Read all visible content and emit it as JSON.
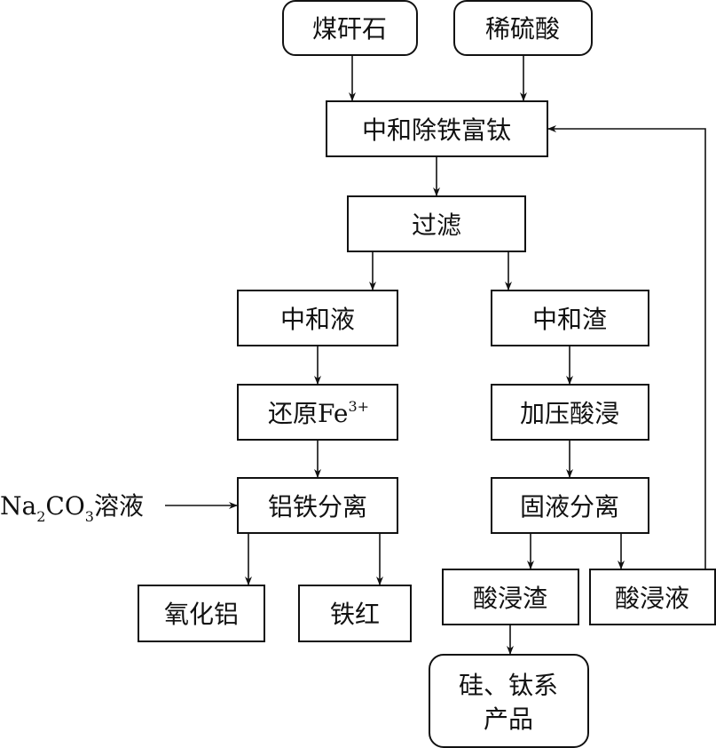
{
  "nodes": {
    "coal_gangue": "煤矸石",
    "dilute_sulfuric_acid": "稀硫酸",
    "neutralize": "中和除铁富钛",
    "filter": "过滤",
    "neutral_liquid": "中和液",
    "neutral_residue": "中和渣",
    "reduce": "还原Fe",
    "reduce_sup": "3+",
    "pressure_leach": "加压酸浸",
    "al_fe_separation": "铝铁分离",
    "solid_liquid_separation": "固液分离",
    "alumina": "氧化铝",
    "iron_red": "铁红",
    "acid_leach_residue": "酸浸渣",
    "acid_leach_liquid": "酸浸液",
    "si_ti_products_line1": "硅、钛系",
    "si_ti_products_line2": "产品"
  },
  "inputs": {
    "na2co3_na": "Na",
    "na2co3_sub1": "2",
    "na2co3_co": "CO",
    "na2co3_sub2": "3",
    "na2co3_solution": "溶液"
  }
}
